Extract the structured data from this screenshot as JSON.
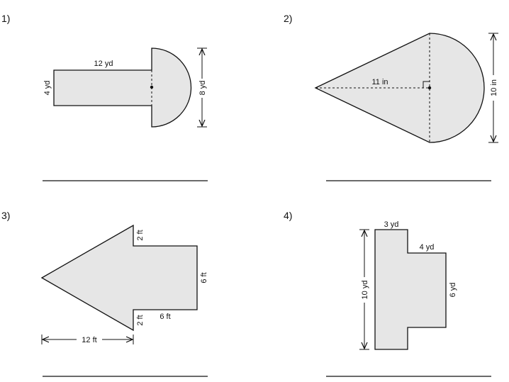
{
  "problems": [
    {
      "number": "1)",
      "dims": {
        "length": "12 yd",
        "width": "4 yd",
        "diameter": "8 yd"
      }
    },
    {
      "number": "2)",
      "dims": {
        "height": "11 in",
        "diameter": "10 in"
      }
    },
    {
      "number": "3)",
      "dims": {
        "notch_top": "2 ft",
        "notch_bottom": "2 ft",
        "rect_height": "6 ft",
        "rect_width": "6 ft",
        "triangle_base": "12 ft"
      }
    },
    {
      "number": "4)",
      "dims": {
        "top_width": "3 yd",
        "step_width": "4 yd",
        "right_height": "6 yd",
        "total_height": "10 yd"
      }
    }
  ],
  "colors": {
    "fill": "#e6e6e6",
    "stroke": "#111111"
  }
}
